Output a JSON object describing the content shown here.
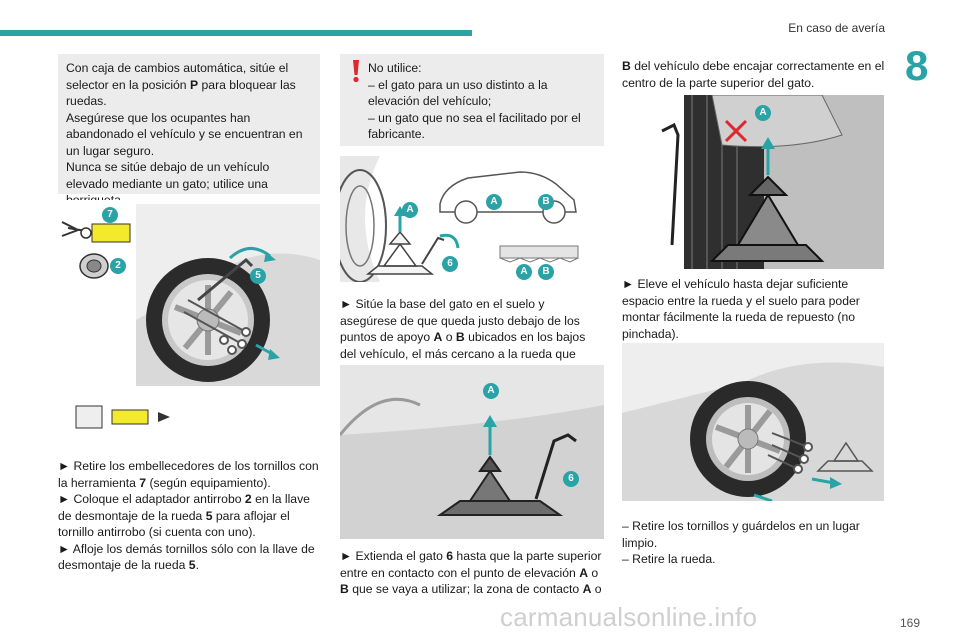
{
  "header": {
    "section_title": "En caso de avería",
    "chapter_number": "8"
  },
  "col1": {
    "info_box": [
      "Con caja de cambios automática, sitúe el selector en la posición ",
      "P",
      " para bloquear las ruedas.",
      "Asegúrese que los ocupantes han abandonado el vehículo y se encuentran en un lugar seguro.",
      "Nunca se sitúe debajo de un vehículo elevado mediante un gato; utilice una borriqueta."
    ],
    "fig_labels": [
      "7",
      "2",
      "5"
    ],
    "steps": [
      {
        "bullet": "►",
        "a": "Retire los embellecedores de los tornillos con la herramienta ",
        "b": "7",
        "c": " (según equipamiento)."
      },
      {
        "bullet": "►",
        "a": "Coloque el adaptador antirrobo ",
        "b": "2",
        "c": " en la llave de desmontaje de la rueda ",
        "d": "5",
        "e": " para aflojar el tornillo antirrobo (si cuenta con uno)."
      },
      {
        "bullet": "►",
        "a": "Afloje los demás tornillos sólo con la llave de desmontaje de la rueda ",
        "b": "5",
        "c": "."
      }
    ]
  },
  "col2": {
    "warning": {
      "icon": "exclamation-icon",
      "lines": [
        "No utilice:",
        "– el gato para un uso distinto a la elevación del vehículo;",
        "– un gato que no sea el facilitado por el fabricante."
      ]
    },
    "fig1_labels": [
      "A",
      "6",
      "A",
      "B",
      "A",
      "B"
    ],
    "step1": {
      "bullet": "►",
      "a": "Sitúe la base del gato en el suelo y asegúrese de que queda justo debajo de los puntos de apoyo ",
      "b": "A",
      "c": " o ",
      "d": "B",
      "e": " ubicados en los bajos del vehículo, el más cercano a la rueda que vaya a cambiar."
    },
    "fig2_labels": [
      "A",
      "6"
    ],
    "step2": {
      "bullet": "►",
      "a": "Extienda el gato ",
      "b": "6",
      "c": " hasta que la parte superior entre en contacto con el punto de elevación ",
      "d": "A",
      "e": " o ",
      "f": "B",
      "g": " que se vaya a utilizar; la zona de contacto ",
      "h": "A",
      "i": " o"
    }
  },
  "col3": {
    "intro": {
      "a": "B",
      "b": " del vehículo debe encajar correctamente en el centro de la parte superior del gato."
    },
    "fig1_label": "A",
    "step": {
      "bullet": "►",
      "text": "Eleve el vehículo hasta dejar suficiente espacio entre la rueda y el suelo para poder montar fácilmente la rueda de repuesto (no pinchada)."
    },
    "dash_items": [
      "–  Retire los tornillos y guárdelos en un lugar limpio.",
      "–  Retire la rueda."
    ]
  },
  "footer": {
    "page_number": "169",
    "watermark": "carmanualsonline.info"
  },
  "colors": {
    "accent": "#2aa3a6",
    "box": "#ececec",
    "warning": "#e0262f",
    "highlight": "#f3ea2e"
  }
}
